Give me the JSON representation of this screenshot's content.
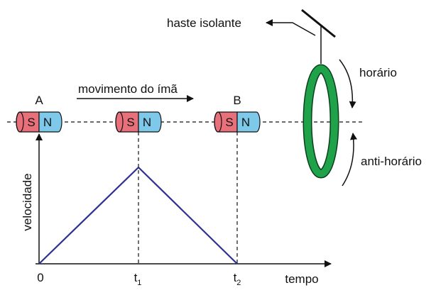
{
  "labels": {
    "haste": "haste isolante",
    "movimento": "movimento do ímã",
    "horario": "horário",
    "anti_horario": "anti-horário",
    "pos_a": "A",
    "pos_b": "B",
    "ylabel": "velocidade",
    "xlabel": "tempo"
  },
  "magnet": {
    "south": "S",
    "north": "N"
  },
  "ticks": [
    {
      "base": "0",
      "sub": ""
    },
    {
      "base": "t",
      "sub": "1"
    },
    {
      "base": "t",
      "sub": "2"
    }
  ],
  "colors": {
    "magnet_s": "#e8707a",
    "magnet_n": "#7ec8ea",
    "ring": "#1fa24a",
    "graph_line": "#2e3192",
    "line": "#111111"
  },
  "chart_data": {
    "type": "line",
    "x": [
      "0",
      "t1",
      "t2"
    ],
    "series": [
      {
        "values": [
          0,
          1,
          0
        ]
      }
    ],
    "xlabel": "tempo",
    "ylabel": "velocidade"
  }
}
